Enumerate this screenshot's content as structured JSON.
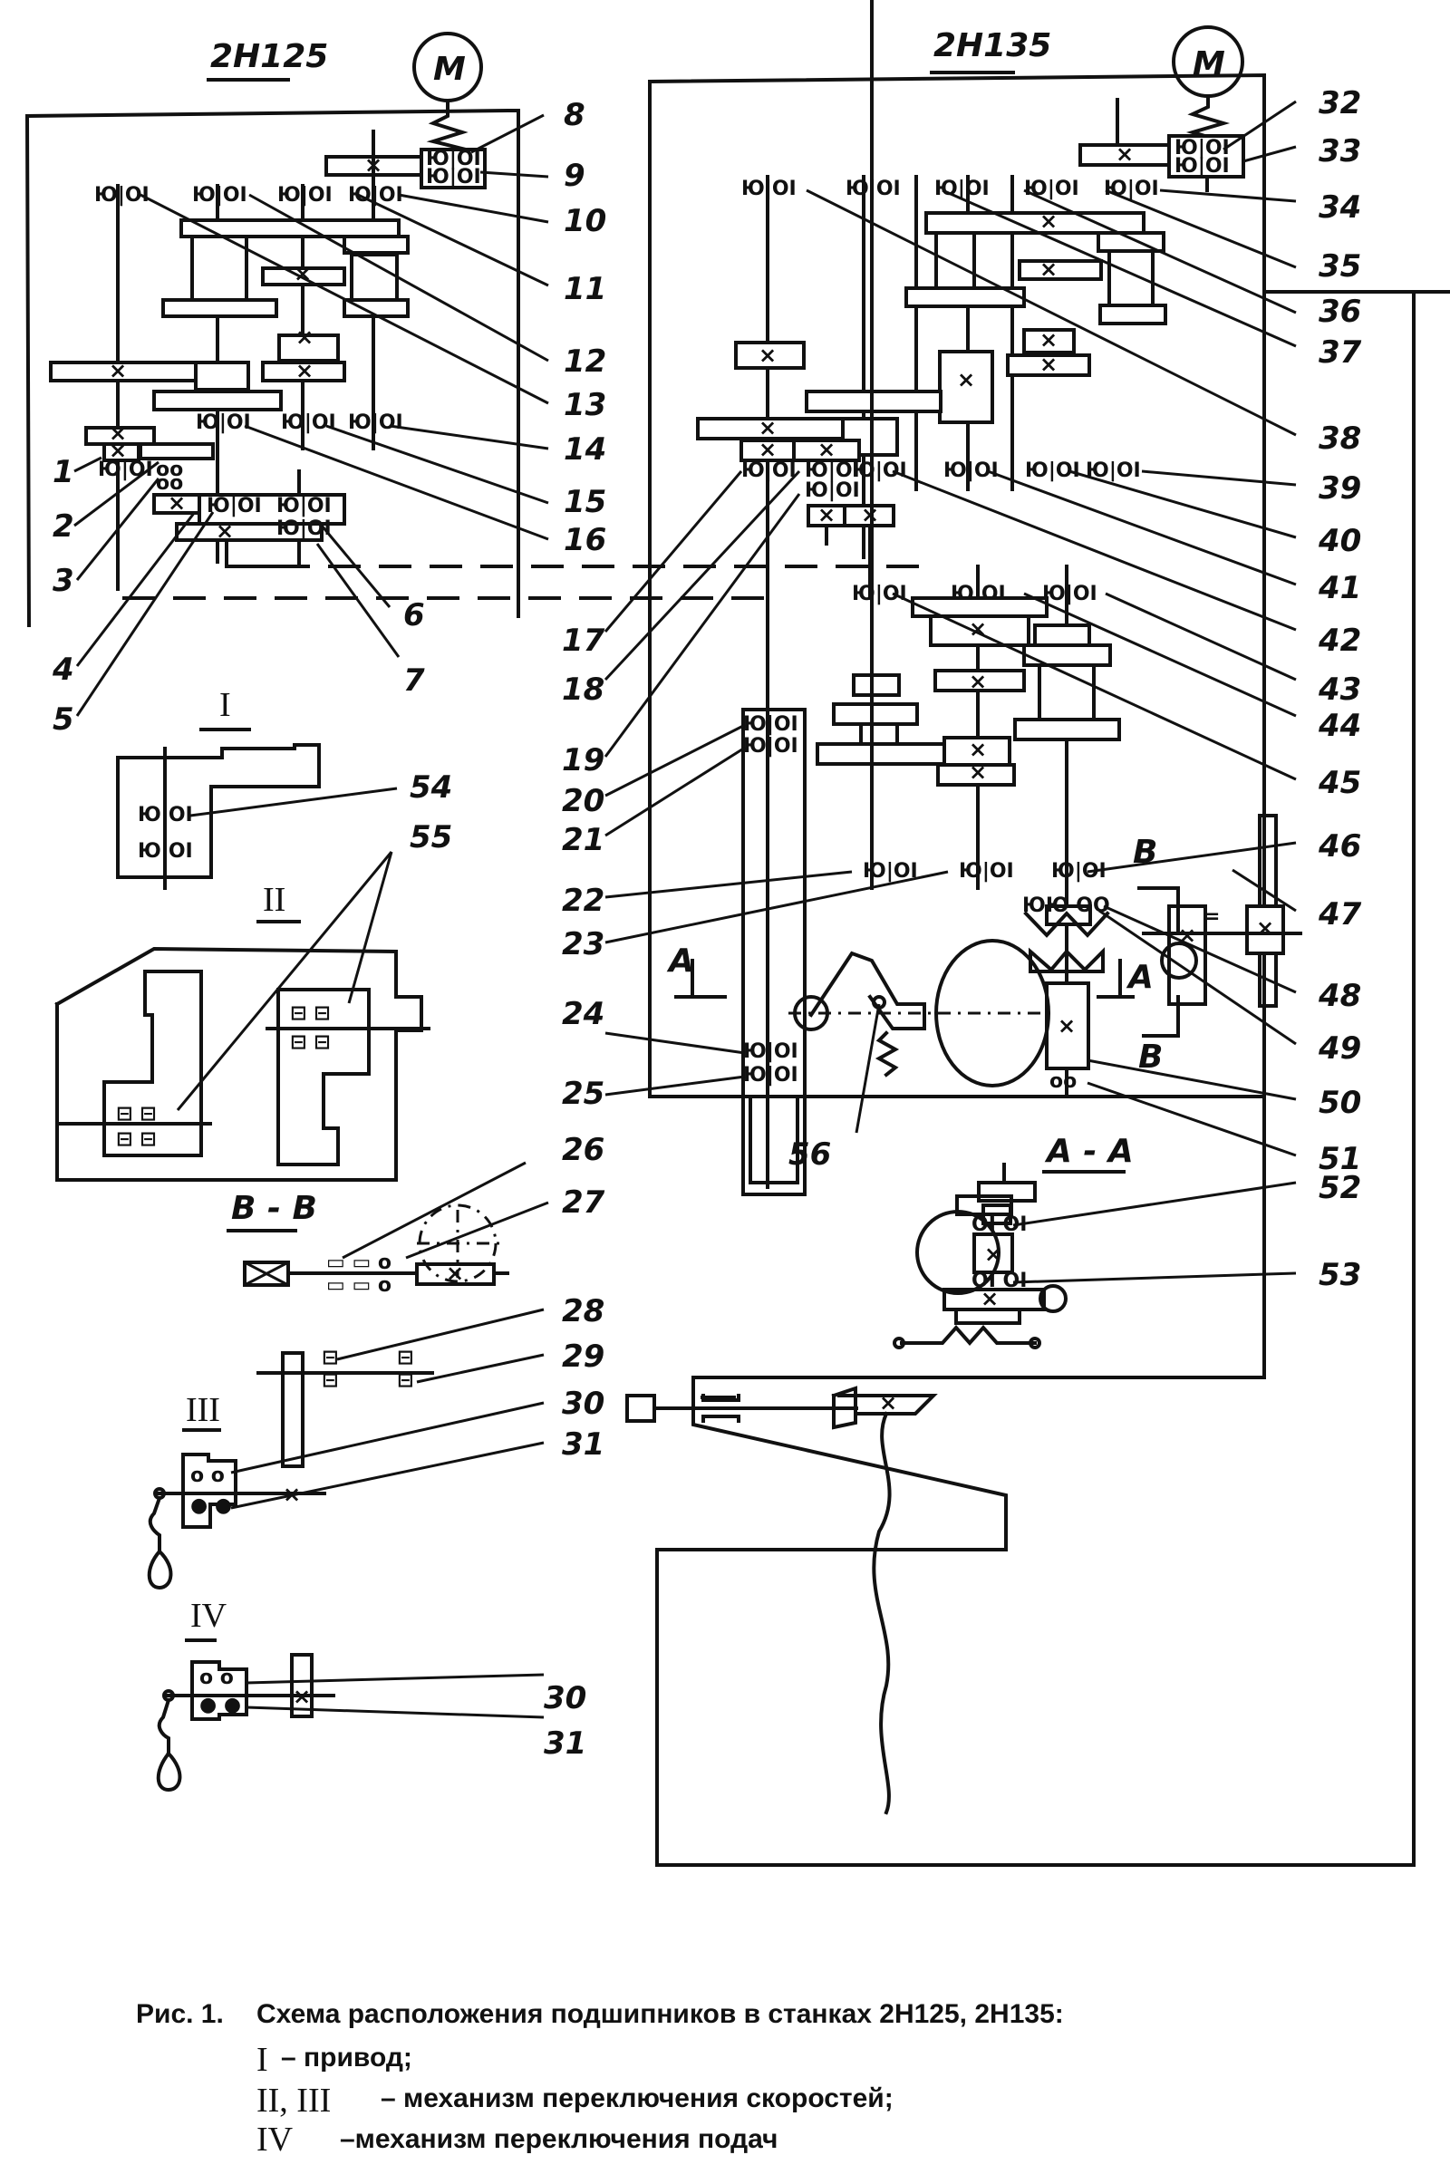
{
  "titles": {
    "left_machine": "2Н125",
    "right_machine": "2Н135",
    "motor": "М",
    "view_I": "I",
    "view_II": "II",
    "view_III": "III",
    "view_IV": "IV",
    "section_BB": "B - B",
    "section_AA": "A - A",
    "arrow_A": "A",
    "arrow_B": "B"
  },
  "bearing_glyphs": {
    "pair": "Ю|ОI",
    "left": "Ю",
    "right": "ОI"
  },
  "callouts": [
    "1",
    "2",
    "3",
    "4",
    "5",
    "6",
    "7",
    "8",
    "9",
    "10",
    "11",
    "12",
    "13",
    "14",
    "15",
    "16",
    "17",
    "18",
    "19",
    "20",
    "21",
    "22",
    "23",
    "24",
    "25",
    "26",
    "27",
    "28",
    "29",
    "30",
    "31",
    "32",
    "33",
    "34",
    "35",
    "36",
    "37",
    "38",
    "39",
    "40",
    "41",
    "42",
    "43",
    "44",
    "45",
    "46",
    "47",
    "48",
    "49",
    "50",
    "51",
    "52",
    "53",
    "54",
    "55",
    "56"
  ],
  "callouts_repeat": {
    "iv_30": "30",
    "iv_31": "31"
  },
  "caption": {
    "figure": "Рис. 1.",
    "title": "Схема расположения подшипников в станках 2Н125, 2Н135:",
    "legend": [
      {
        "key": "I",
        "text": "– привод;"
      },
      {
        "key": "II, III",
        "text": "– механизм переключения скоростей;"
      },
      {
        "key": "IV",
        "text": "–механизм переключения подач"
      }
    ]
  }
}
